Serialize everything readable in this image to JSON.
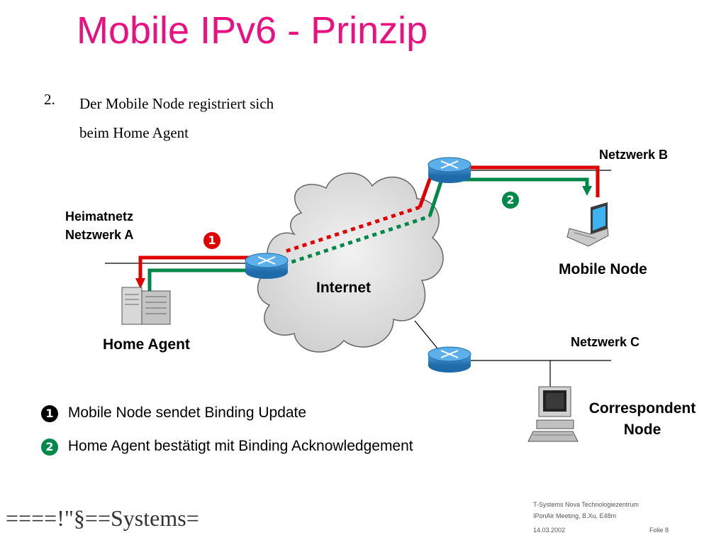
{
  "slide": {
    "title": "Mobile IPv6 - Prinzip",
    "step_number": "2.",
    "step_text": "Der Mobile Node registriert sich beim Home Agent"
  },
  "network_labels": {
    "netzwerk_b": "Netzwerk B",
    "netzwerk_c": "Netzwerk C",
    "heimatnetz_line1": "Heimatnetz",
    "heimatnetz_line2": "Netzwerk A",
    "internet": "Internet",
    "mobile_node": "Mobile Node",
    "home_agent": "Home Agent",
    "correspondent_line1": "Correspondent",
    "correspondent_line2": "Node"
  },
  "markers": {
    "one": "1",
    "two": "2"
  },
  "legend": [
    {
      "marker": "1",
      "text": "Mobile Node sendet Binding Update"
    },
    {
      "marker": "2",
      "text": "Home Agent bestätigt mit Binding Acknowledgement"
    }
  ],
  "footer": {
    "logo": "====!\"§==Systems=",
    "company": "T-Systems Nova Technologiezentrum",
    "meeting": "IPonAir Meeting, B.Xu, E48m",
    "date": "14.03.2002",
    "folie": "Folie 8"
  },
  "colors": {
    "title": "#e8117f",
    "binding_update": "#e00000",
    "binding_ack": "#00884a",
    "router": "#2a7fc0"
  }
}
